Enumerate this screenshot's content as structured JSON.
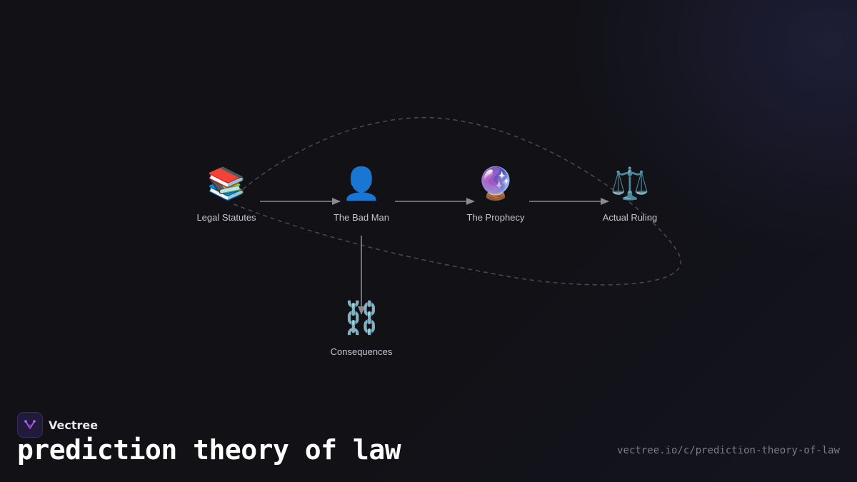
{
  "diagram": {
    "nodes": [
      {
        "id": "legal-statutes",
        "icon": "📚",
        "icon_name": "books-icon",
        "label": "Legal Statutes"
      },
      {
        "id": "bad-man",
        "icon": "👤",
        "icon_name": "person-silhouette-icon",
        "label": "The Bad Man"
      },
      {
        "id": "prophecy",
        "icon": "🔮",
        "icon_name": "crystal-ball-icon",
        "label": "The Prophecy"
      },
      {
        "id": "actual-ruling",
        "icon": "⚖️",
        "icon_name": "scales-icon",
        "label": "Actual Ruling"
      },
      {
        "id": "consequences",
        "icon": "⛓️",
        "icon_name": "chains-icon",
        "label": "Consequences"
      }
    ],
    "edges": [
      {
        "from": "legal-statutes",
        "to": "bad-man"
      },
      {
        "from": "bad-man",
        "to": "prophecy"
      },
      {
        "from": "prophecy",
        "to": "actual-ruling"
      },
      {
        "from": "bad-man",
        "to": "consequences"
      }
    ],
    "colors": {
      "arrow": "#8a8a90",
      "loop": "#4a4a52",
      "background": "#111116"
    }
  },
  "footer": {
    "brand": "Vectree",
    "title": "prediction theory of law",
    "url": "vectree.io/c/prediction-theory-of-law"
  }
}
